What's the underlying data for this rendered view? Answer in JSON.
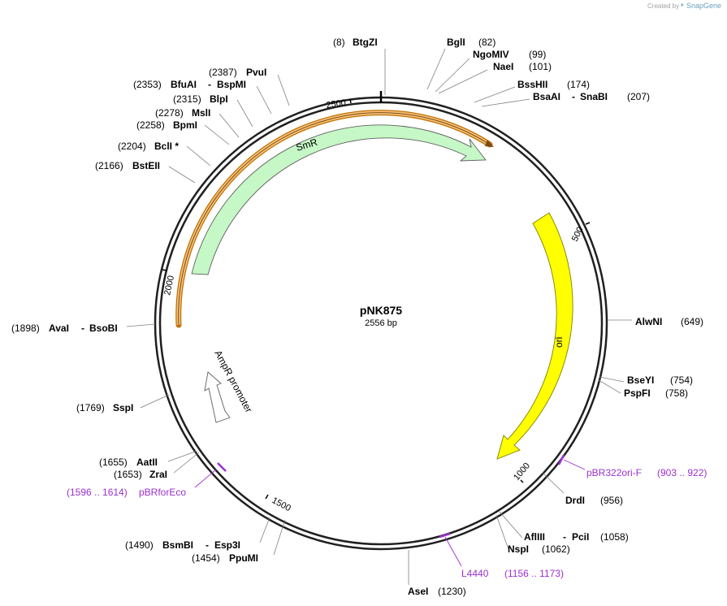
{
  "plasmid": {
    "name": "pNK875",
    "length_label": "2556 bp",
    "length": 2556
  },
  "credit": {
    "prefix": "Created by",
    "brand": "SnapGene"
  },
  "ticks": [
    {
      "pos": 500,
      "label": "500"
    },
    {
      "pos": 1000,
      "label": "1000"
    },
    {
      "pos": 1500,
      "label": "1500"
    },
    {
      "pos": 2000,
      "label": "2000"
    },
    {
      "pos": 2500,
      "label": "2500"
    }
  ],
  "features": [
    {
      "name": "SmR",
      "label": "SmR",
      "fill": "#c6f7c6",
      "stroke": "#606060"
    },
    {
      "name": "ori",
      "label": "ori",
      "fill": "#ffff00",
      "stroke": "#808000"
    },
    {
      "name": "AmpR promoter",
      "label": "AmpR promoter",
      "fill": "#ffffff",
      "stroke": "#606060"
    },
    {
      "name": "selected-region",
      "label": "",
      "fill": "#f0b060",
      "stroke": "#c07000"
    }
  ],
  "sites": [
    {
      "name": "BtgZI",
      "pos": "(8)"
    },
    {
      "name": "BglI",
      "pos": "(82)"
    },
    {
      "name": "NgoMIV",
      "pos": "(99)"
    },
    {
      "name": "NaeI",
      "pos": "(101)"
    },
    {
      "name": "BssHII",
      "pos": "(174)"
    },
    {
      "name": "BsaAI",
      "name2": "SnaBI",
      "pos": "(207)"
    },
    {
      "name": "AlwNI",
      "pos": "(649)"
    },
    {
      "name": "BseYI",
      "pos": "(754)"
    },
    {
      "name": "PspFI",
      "pos": "(758)"
    },
    {
      "name": "DrdI",
      "pos": "(956)"
    },
    {
      "name": "AflIII",
      "name2": "PciI",
      "pos": "(1058)"
    },
    {
      "name": "NspI",
      "pos": "(1062)"
    },
    {
      "name": "AseI",
      "pos": "(1230)"
    },
    {
      "name": "PpuMI",
      "pos": "(1454)"
    },
    {
      "name": "BsmBI",
      "name2": "Esp3I",
      "pos": "(1490)"
    },
    {
      "name": "ZraI",
      "pos": "(1653)"
    },
    {
      "name": "AatII",
      "pos": "(1655)"
    },
    {
      "name": "SspI",
      "pos": "(1769)"
    },
    {
      "name": "AvaI",
      "name2": "BsoBI",
      "pos": "(1898)"
    },
    {
      "name": "BstEII",
      "pos": "(2166)"
    },
    {
      "name": "BclI *",
      "pos": "(2204)"
    },
    {
      "name": "BpmI",
      "pos": "(2258)"
    },
    {
      "name": "MslI",
      "pos": "(2278)"
    },
    {
      "name": "BlpI",
      "pos": "(2315)"
    },
    {
      "name": "BfuAI",
      "name2": "BspMI",
      "pos": "(2353)"
    },
    {
      "name": "PvuI",
      "pos": "(2387)"
    }
  ],
  "primers": [
    {
      "name": "pBR322ori-F",
      "range": "(903 .. 922)",
      "color": "#9b30d0"
    },
    {
      "name": "L4440",
      "range": "(1156 .. 1173)",
      "color": "#9b30d0"
    },
    {
      "name": "pBRforEco",
      "range": "(1596 .. 1614)",
      "color": "#9b30d0"
    }
  ]
}
